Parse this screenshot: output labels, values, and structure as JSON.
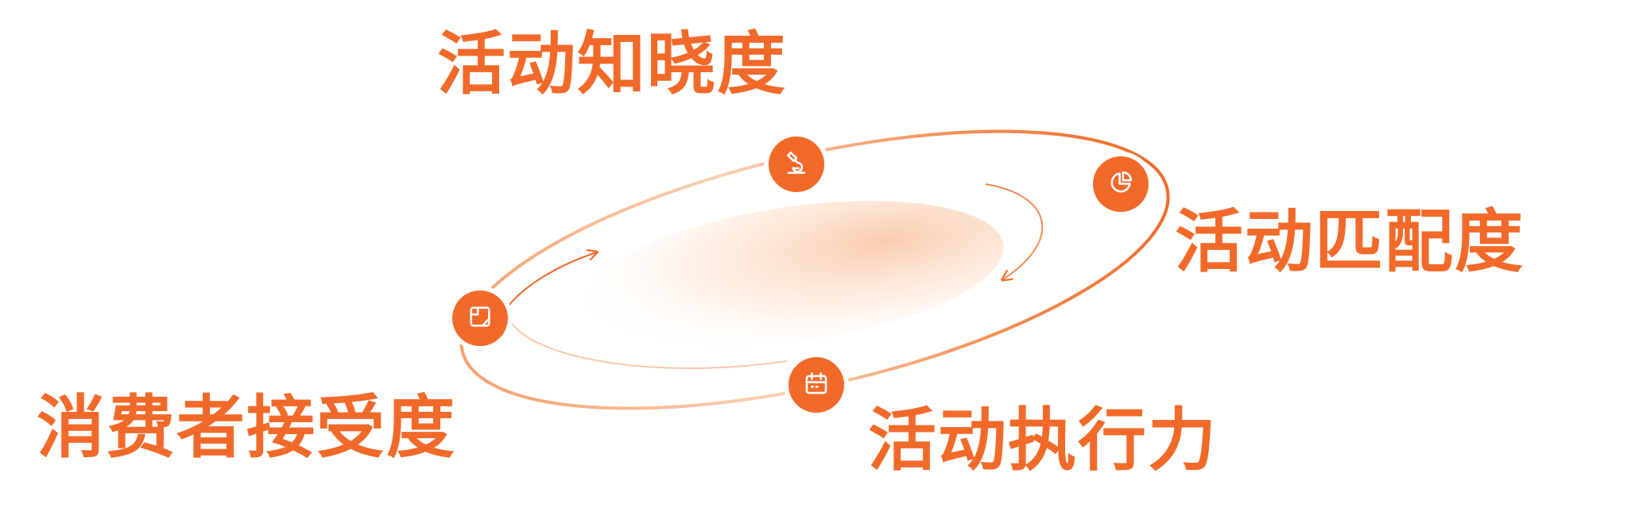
{
  "diagram": {
    "labels": {
      "awareness": "活动知晓度",
      "match": "活动匹配度",
      "acceptance": "消费者接受度",
      "execution": "活动执行力"
    },
    "icons": {
      "awareness": "microscope-icon",
      "match": "pie-chart-icon",
      "acceptance": "note-icon",
      "execution": "calendar-icon"
    },
    "colors": {
      "accent": "#f26a2a",
      "glow": "#fbd3b8",
      "background": "#ffffff"
    }
  }
}
